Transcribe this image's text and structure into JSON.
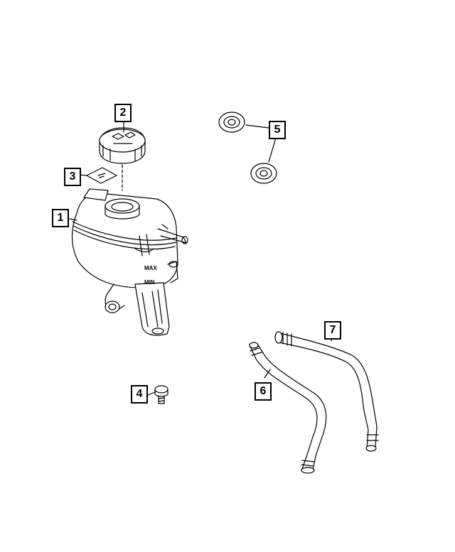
{
  "callouts": [
    {
      "id": "c1",
      "label": "1"
    },
    {
      "id": "c2",
      "label": "2"
    },
    {
      "id": "c3",
      "label": "3"
    },
    {
      "id": "c4",
      "label": "4"
    },
    {
      "id": "c5",
      "label": "5"
    },
    {
      "id": "c6",
      "label": "6"
    },
    {
      "id": "c7",
      "label": "7"
    }
  ],
  "reservoir_markings": {
    "max": "MAX",
    "min": "MIN"
  }
}
